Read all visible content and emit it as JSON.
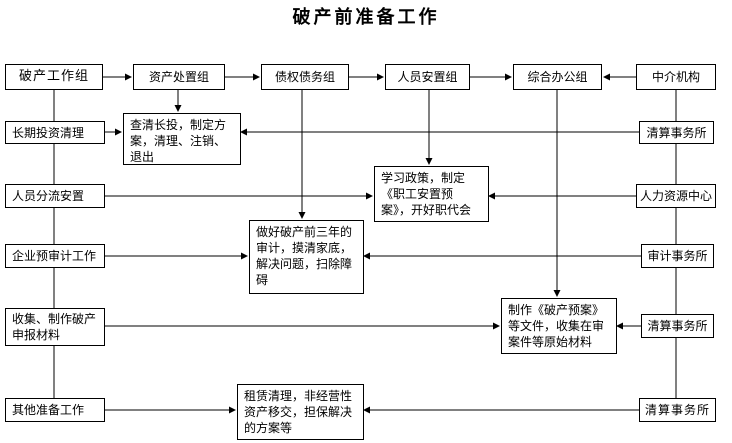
{
  "title": "破产前准备工作",
  "top_row": [
    "破产工作组",
    "资产处置组",
    "债权债务组",
    "人员安置组",
    "综合办公组",
    "中介机构"
  ],
  "left_column": [
    "长期投资清理",
    "人员分流安置",
    "企业预审计工作",
    "收集、制作破产申报材料",
    "其他准备工作"
  ],
  "right_column": [
    "清算事务所",
    "人力资源中心",
    "审计事务所",
    "清算事务所",
    "清算事务所"
  ],
  "tasks": [
    "查清长投，制定方案，清理、注销、退出",
    "学习政策，制定《职工安置预案》，开好职代会",
    "做好破产前三年的审计，摸清家底，解决问题，扫除障碍",
    "制作《破产预案》等文件，收集在审案件等原始材料",
    "租赁清理，非经营性资产移交，担保解决的方案等"
  ]
}
